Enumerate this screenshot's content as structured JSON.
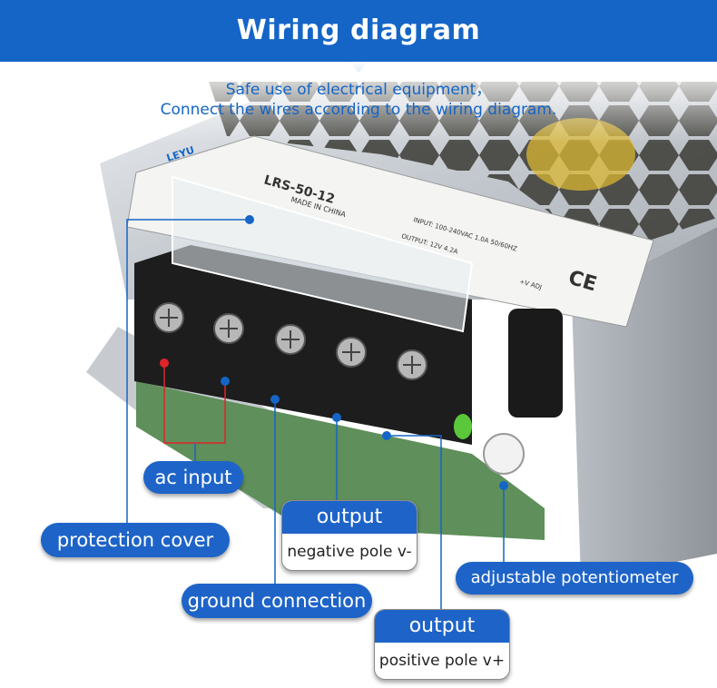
{
  "header": {
    "title": "Wiring diagram"
  },
  "intro": {
    "line1": "Safe use of electrical equipment，",
    "line2": "Connect the wires according to the wiring diagram."
  },
  "product": {
    "brand": "LEYU",
    "model": "LRS-50-12",
    "made_in": "MADE IN CHINA",
    "input": "INPUT: 100-240VAC 1.0A 50/60HZ",
    "output": "OUTPUT: 12V 4.2A",
    "mark": "CE",
    "adj": "+V ADJ"
  },
  "labels": {
    "ac_input": "ac input",
    "protection_cover": "protection cover",
    "ground_connection": "ground connection",
    "adjustable_potentiometer": "adjustable potentiometer",
    "output_negative": {
      "title": "output",
      "desc": "negative pole v-"
    },
    "output_positive": {
      "title": "output",
      "desc": "positive pole v+"
    }
  },
  "colors": {
    "brand_blue": "#1565c6",
    "pill_blue": "#1e64c8",
    "red_marker": "#e0242b",
    "blue_marker": "#1565c6"
  }
}
